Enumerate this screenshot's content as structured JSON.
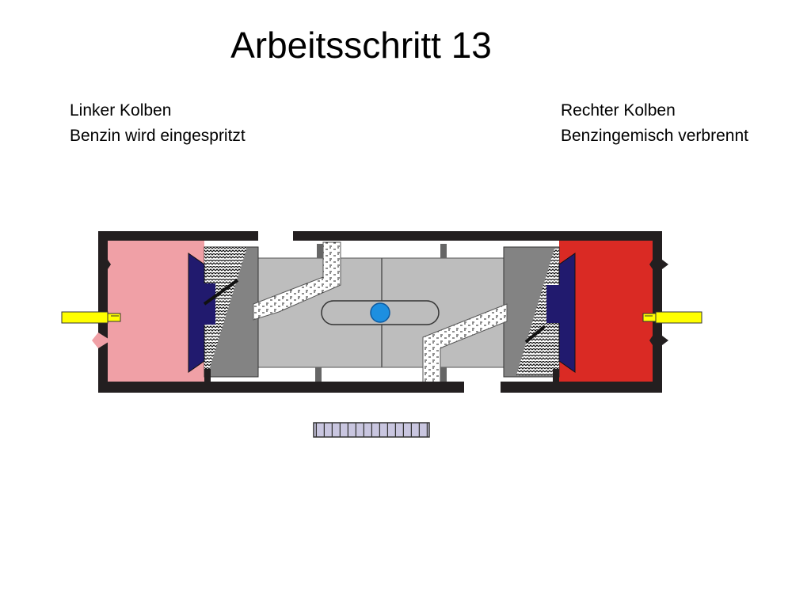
{
  "title": "Arbeitsschritt 13",
  "left_piston": {
    "name": "Linker Kolben",
    "status": "Benzin wird eingespritzt"
  },
  "right_piston": {
    "name": "Rechter Kolben",
    "status": "Benzingemisch verbrennt"
  },
  "colors": {
    "frame": "#231f20",
    "left_chamber": "#f0a0a6",
    "right_chamber": "#da2a24",
    "piston_body": "#838383",
    "core": "#bdbdbd",
    "fuel": "#ffffff",
    "piston_head": "#211a6e",
    "spark_plug": "#ffff00",
    "center_ball": "#1d8fe0",
    "gear_rack": "#c9c6e0"
  }
}
